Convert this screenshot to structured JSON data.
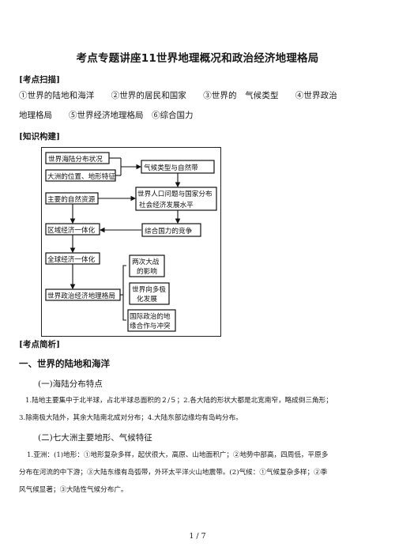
{
  "title": "考点专题讲座11世界地理概况和政治经济地理格局",
  "sections": {
    "kaodian_saomiao": "[考点扫描]",
    "zhishi_goujian": "[知识构建]",
    "kaodian_jianxi": "[考点简析]"
  },
  "scan": {
    "line1": "①世界的陆地和海洋　　②世界的居民和国家　　③世界的　气候类型　　④世界政治",
    "line2": "地理格局　　⑤世界经济地理格局　⑥综合国力"
  },
  "diagram": {
    "box1": "世界海陆分布状况",
    "box2": "大洲的位置、地形特征",
    "box3": "气候类型与自然带",
    "box4": "主要的自然资源",
    "box5_line1": "世界人口问题与国家分布",
    "box5_line2": "社会经济发展水平",
    "box6": "区域经济一体化",
    "box7": "综合国力的竞争",
    "box8": "全球经济一体化",
    "box9": "世界政治经济地理格局",
    "box10_line1": "两次大战",
    "box10_line2": "的影响",
    "box11_line1": "世界向多极",
    "box11_line2": "化发展",
    "box12_line1": "国际政治的地",
    "box12_line2": "缘合作与冲突"
  },
  "content": {
    "h1": "一、世界的陆地和海洋",
    "sub1": "(一)海陆分布特点",
    "para1_line1": "1.陆地主要集中于北半球，占北半球总面积的２/５；2.各大陆的形状大都是北宽南窄，略成倒三角形；",
    "para1_line2": "3.除南极大陆外，其余大陆南北成对分布；4.大陆东部边缘均有岛屿分布。",
    "sub2": "(二)七大洲主要地形、气候特征",
    "para2_line1": "1.亚洲：(1)地形：①地形复杂多样，起伏很大，高原、山地面积广；②地势中部高，四周低，平原多",
    "para2_line2": "分布在河流的中下游；③大陆东缘有岛弧带，外环太平洋火山地震带。(2)气候：①气候复杂多样；②季",
    "para2_line3": "风气候显著；③大陆性气候分布广。"
  },
  "footer": "1 / 7"
}
